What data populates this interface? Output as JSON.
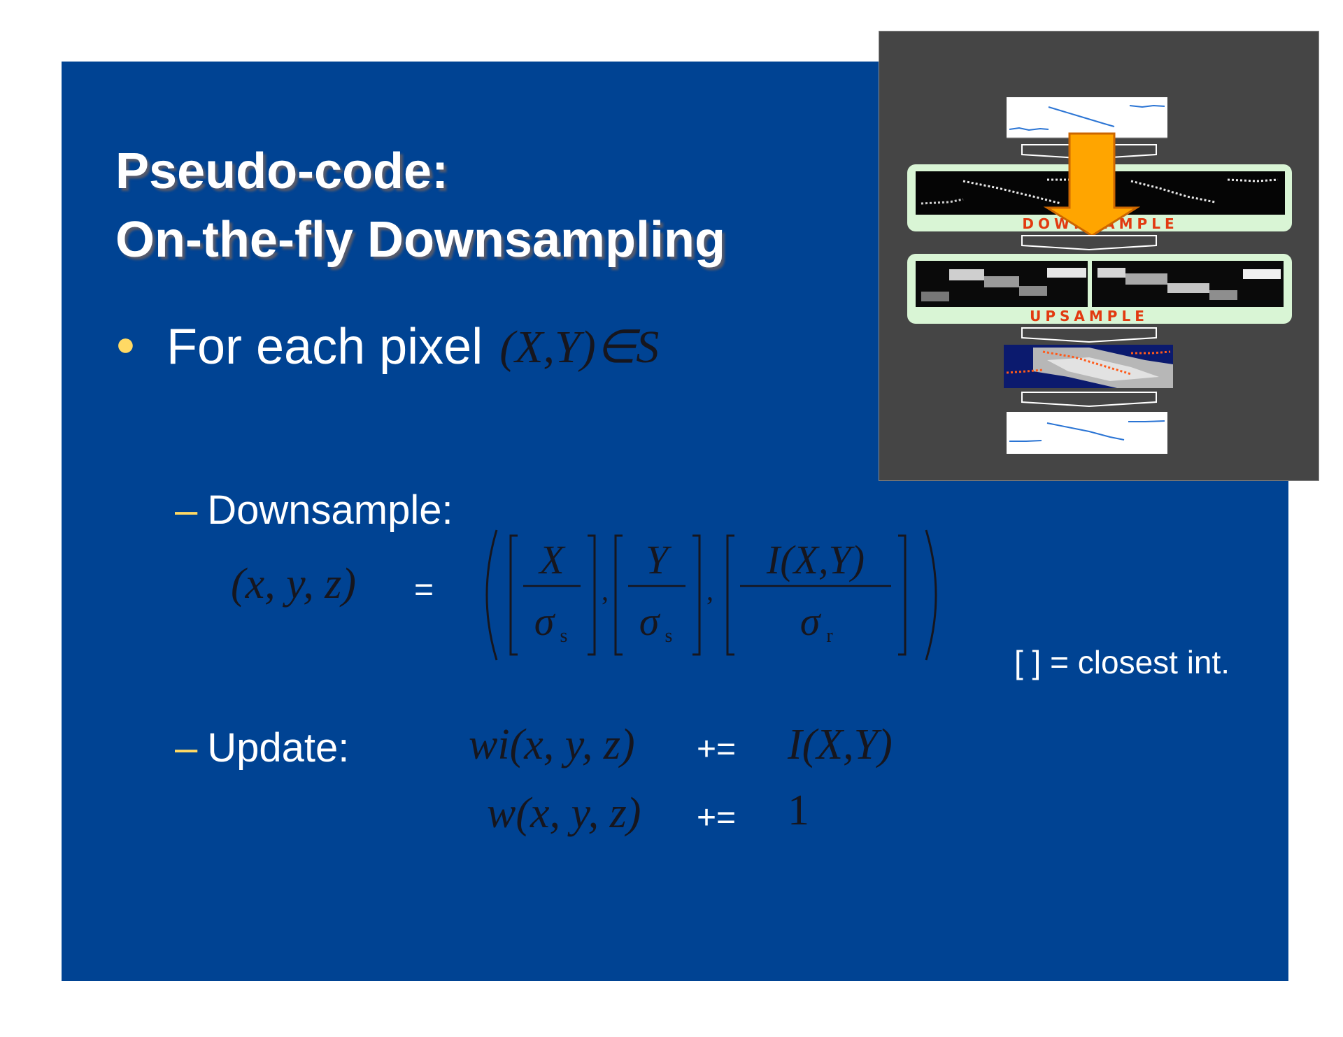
{
  "title": {
    "line1": "Pseudo-code:",
    "line2": "On-the-fly Downsampling"
  },
  "bullet": {
    "text": "For each pixel",
    "math": "(X,Y)∈S"
  },
  "downsample": {
    "label": "Downsample:",
    "lhs": "(x, y, z)",
    "equals": "=",
    "frac1_num": "X",
    "frac1_den": "σ",
    "frac1_sub": "s",
    "frac2_num": "Y",
    "frac2_den": "σ",
    "frac2_sub": "s",
    "frac3_num": "I(X,Y)",
    "frac3_den": "σ",
    "frac3_sub": "r"
  },
  "note": "[ ] = closest int.",
  "update": {
    "label": "Update:",
    "line1_lhs": "wi(x, y, z)",
    "line1_op": "+=",
    "line1_rhs": "I(X,Y)",
    "line2_lhs": "w(x, y, z)",
    "line2_op": "+=",
    "line2_rhs": "1"
  },
  "figure": {
    "downsample_label": "DOWNSAMPLE",
    "upsample_label": "UPSAMPLE"
  },
  "colors": {
    "background": "#004393",
    "bullet_accent": "#ffd964",
    "math_text": "#16161e",
    "arrow": "#ffa500",
    "stage_label": "#e23a10",
    "stage_box": "#d9f5d5"
  }
}
